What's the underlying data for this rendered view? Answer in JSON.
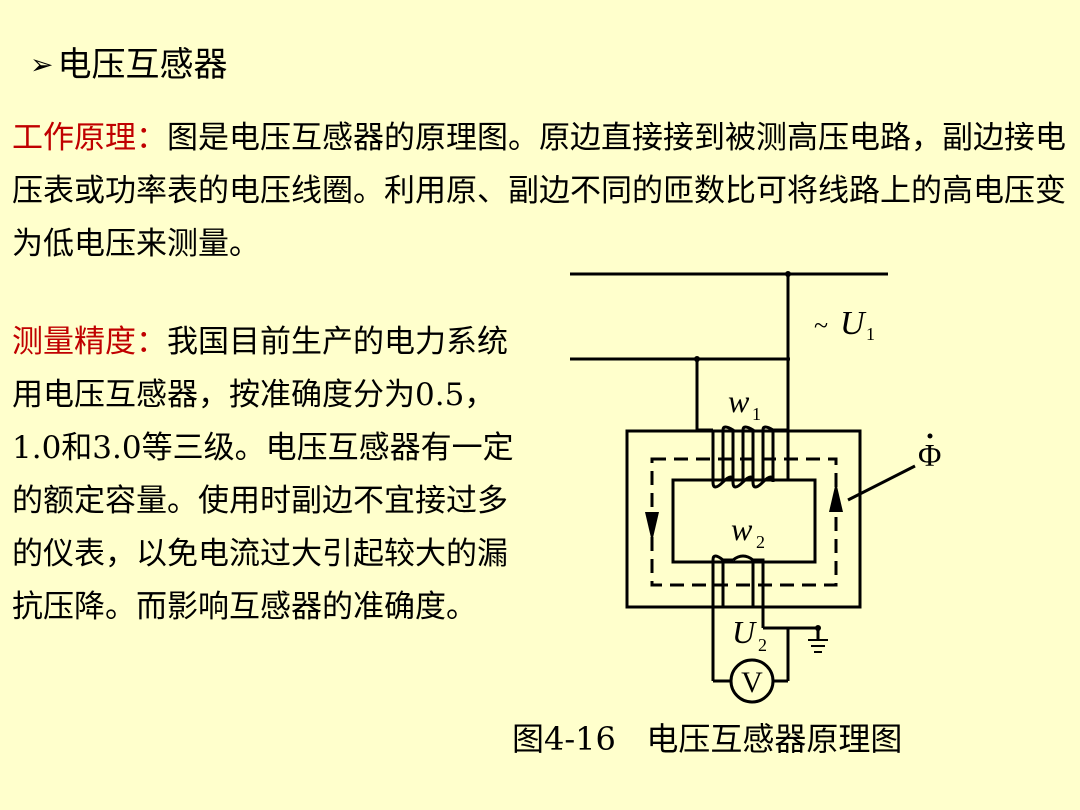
{
  "slide": {
    "title": "电压互感器",
    "bullet_icon": "arrowhead-bullet",
    "principle_label": "工作原理：",
    "principle_text": "图是电压互感器的原理图。原边直接接到被测高压电路，副边接电压表或功率表的电压线圈。利用原、副边不同的匝数比可将线路上的高电压变为低电压来测量。",
    "accuracy_label": "测量精度：",
    "accuracy_text": "我国目前生产的电力系统用电压互感器，按准确度分为0.5，1.0和3.0等三级。电压互感器有一定的额定容量。使用时副边不宜接过多的仪表，以免电流过大引起较大的漏抗压降。而影响互感器的准确度。",
    "label_color": "#C00000",
    "background": "#FFFFCC"
  },
  "diagram": {
    "u1_prefix": "~",
    "u1_main": "U",
    "u1_sub": "1",
    "w1_main": "w",
    "w1_sub": "1",
    "w2_main": "w",
    "w2_sub": "2",
    "phi": "Φ",
    "u2_main": "U",
    "u2_sub": "2",
    "voltmeter": "V",
    "caption": "图4-16   电压互感器原理图"
  }
}
